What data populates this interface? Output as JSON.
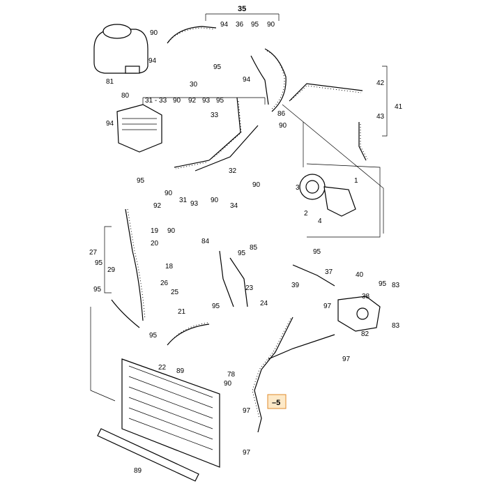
{
  "colors": {
    "ink": "#000000",
    "paper": "#ffffff",
    "highlight": "#fde9c8"
  },
  "labels": [
    {
      "text": "35"
    },
    {
      "text": "90"
    },
    {
      "text": "94"
    },
    {
      "text": "36"
    },
    {
      "text": "95"
    },
    {
      "text": "90"
    },
    {
      "text": "81"
    },
    {
      "text": "94"
    },
    {
      "text": "95"
    },
    {
      "text": "94"
    },
    {
      "text": "42"
    },
    {
      "text": "41"
    },
    {
      "text": "43"
    },
    {
      "text": "80"
    },
    {
      "text": "31 - 33"
    },
    {
      "text": "90"
    },
    {
      "text": "30"
    },
    {
      "text": "92"
    },
    {
      "text": "93"
    },
    {
      "text": "95"
    },
    {
      "text": "86"
    },
    {
      "text": "33"
    },
    {
      "text": "90"
    },
    {
      "text": "94"
    },
    {
      "text": "95"
    },
    {
      "text": "32"
    },
    {
      "text": "3"
    },
    {
      "text": "1"
    },
    {
      "text": "90"
    },
    {
      "text": "92"
    },
    {
      "text": "31"
    },
    {
      "text": "93"
    },
    {
      "text": "90"
    },
    {
      "text": "34"
    },
    {
      "text": "90"
    },
    {
      "text": "2"
    },
    {
      "text": "4"
    },
    {
      "text": "27"
    },
    {
      "text": "90"
    },
    {
      "text": "19"
    },
    {
      "text": "20"
    },
    {
      "text": "84"
    },
    {
      "text": "95"
    },
    {
      "text": "85"
    },
    {
      "text": "29"
    },
    {
      "text": "18"
    },
    {
      "text": "95"
    },
    {
      "text": "37"
    },
    {
      "text": "39"
    },
    {
      "text": "40"
    },
    {
      "text": "26"
    },
    {
      "text": "25"
    },
    {
      "text": "23"
    },
    {
      "text": "95"
    },
    {
      "text": "83"
    },
    {
      "text": "95"
    },
    {
      "text": "24"
    },
    {
      "text": "97"
    },
    {
      "text": "38"
    },
    {
      "text": "21"
    },
    {
      "text": "95"
    },
    {
      "text": "82"
    },
    {
      "text": "83"
    },
    {
      "text": "95"
    },
    {
      "text": "97"
    },
    {
      "text": "89"
    },
    {
      "text": "78"
    },
    {
      "text": "90"
    },
    {
      "text": "97"
    },
    {
      "text": "97"
    },
    {
      "text": "89"
    },
    {
      "text": "22"
    },
    {
      "text": "95"
    }
  ],
  "highlight_label": "5"
}
